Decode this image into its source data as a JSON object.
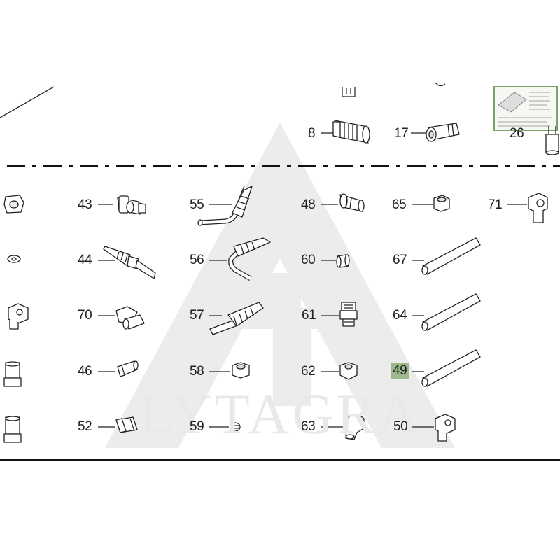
{
  "watermark": {
    "text": "LYTAGRA",
    "color": "#e6e6e6"
  },
  "highlight_color": "#9cb98c",
  "parts": [
    {
      "id": "p8",
      "label": "8",
      "highlighted": false
    },
    {
      "id": "p17",
      "label": "17",
      "highlighted": false
    },
    {
      "id": "p26",
      "label": "26",
      "highlighted": false
    },
    {
      "id": "p43",
      "label": "43",
      "highlighted": false
    },
    {
      "id": "p55",
      "label": "55",
      "highlighted": false
    },
    {
      "id": "p48",
      "label": "48",
      "highlighted": false
    },
    {
      "id": "p65",
      "label": "65",
      "highlighted": false
    },
    {
      "id": "p71",
      "label": "71",
      "highlighted": false
    },
    {
      "id": "p44",
      "label": "44",
      "highlighted": false
    },
    {
      "id": "p56",
      "label": "56",
      "highlighted": false
    },
    {
      "id": "p60",
      "label": "60",
      "highlighted": false
    },
    {
      "id": "p67",
      "label": "67",
      "highlighted": false
    },
    {
      "id": "p70",
      "label": "70",
      "highlighted": false
    },
    {
      "id": "p57",
      "label": "57",
      "highlighted": false
    },
    {
      "id": "p61",
      "label": "61",
      "highlighted": false
    },
    {
      "id": "p64",
      "label": "64",
      "highlighted": false
    },
    {
      "id": "p46",
      "label": "46",
      "highlighted": false
    },
    {
      "id": "p58",
      "label": "58",
      "highlighted": false
    },
    {
      "id": "p62",
      "label": "62",
      "highlighted": false
    },
    {
      "id": "p49",
      "label": "49",
      "highlighted": true
    },
    {
      "id": "p52",
      "label": "52",
      "highlighted": false
    },
    {
      "id": "p59",
      "label": "59",
      "highlighted": false
    },
    {
      "id": "p63",
      "label": "63",
      "highlighted": false
    },
    {
      "id": "p50",
      "label": "50",
      "highlighted": false
    }
  ]
}
